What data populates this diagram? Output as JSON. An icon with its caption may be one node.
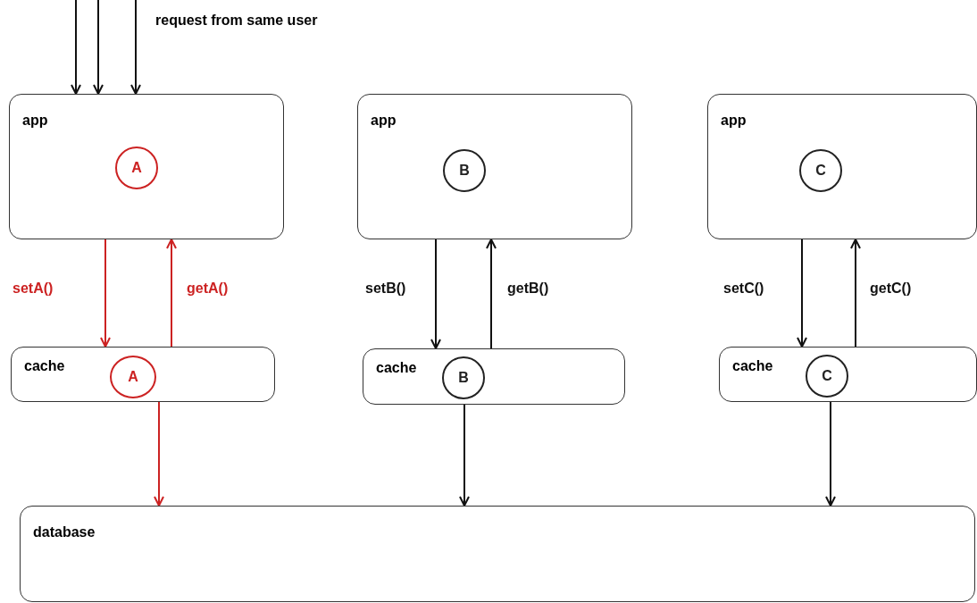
{
  "diagram": {
    "nodes": [
      {
        "text": [
          "app"
        ]
      },
      {
        "text": [
          "A"
        ],
        "in": 0
      },
      {
        "text": [
          "app"
        ]
      },
      {
        "text": [
          "B"
        ],
        "in": 2
      },
      {
        "text": [
          "app"
        ]
      },
      {
        "text": [
          "C"
        ],
        "in": 4
      },
      {
        "text": [
          "cache"
        ]
      },
      {
        "text": [
          "A"
        ],
        "in": 6
      },
      {
        "text": [
          "cache"
        ]
      },
      {
        "text": [
          "B"
        ],
        "in": 8
      },
      {
        "text": [
          "cache"
        ]
      },
      {
        "text": [
          "C"
        ],
        "in": 10
      },
      {
        "text": [
          "database"
        ]
      }
    ],
    "edges": [
      {
        "from": null,
        "to": 0,
        "arrow": "to"
      },
      {
        "from": null,
        "to": 0,
        "arrow": "to"
      },
      {
        "from": null,
        "to": 0,
        "arrow": "to"
      },
      {
        "from": 0,
        "to": 6,
        "arrow": "to",
        "label": "setA()",
        "color": "#cc2222"
      },
      {
        "from": 6,
        "to": 0,
        "arrow": "to",
        "label": "getA()",
        "color": "#cc2222"
      },
      {
        "from": 2,
        "to": 8,
        "arrow": "to",
        "label": "setB()"
      },
      {
        "from": 8,
        "to": 2,
        "arrow": "to",
        "label": "getB()"
      },
      {
        "from": 4,
        "to": 10,
        "arrow": "to",
        "label": "setC()"
      },
      {
        "from": 10,
        "to": 4,
        "arrow": "to",
        "label": "getC()"
      },
      {
        "from": 6,
        "to": 12,
        "arrow": "to",
        "color": "#cc2222"
      },
      {
        "from": 8,
        "to": 12,
        "arrow": "to"
      },
      {
        "from": 10,
        "to": 12,
        "arrow": "to"
      }
    ],
    "labels": [
      "request from same user"
    ]
  }
}
